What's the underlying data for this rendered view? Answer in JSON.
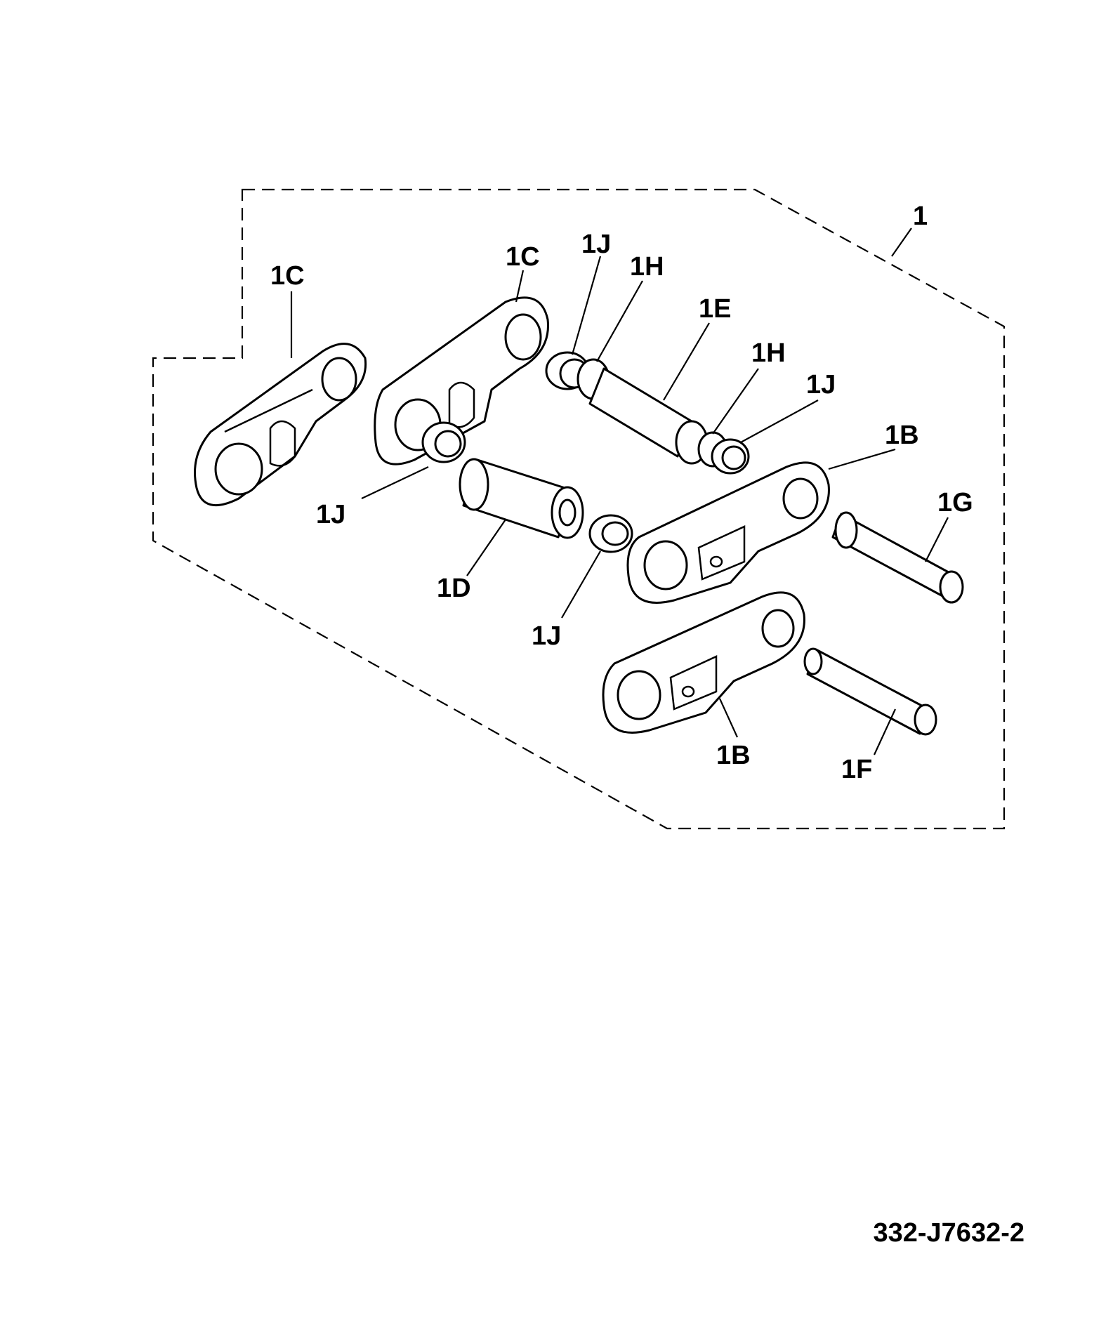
{
  "diagram": {
    "assembly_label": "1",
    "drawing_number": "332-J7632-2",
    "callouts": {
      "link_left": "1C",
      "link_center": "1C",
      "seal_top_left": "1J",
      "spacer_top_left": "1H",
      "pin_shaft": "1E",
      "spacer_top_right": "1H",
      "seal_top_right": "1J",
      "link_right_upper": "1B",
      "pin_upper": "1G",
      "seal_left_lower": "1J",
      "bushing": "1D",
      "seal_center_lower": "1J",
      "link_right_lower": "1B",
      "pin_lower": "1F"
    }
  }
}
